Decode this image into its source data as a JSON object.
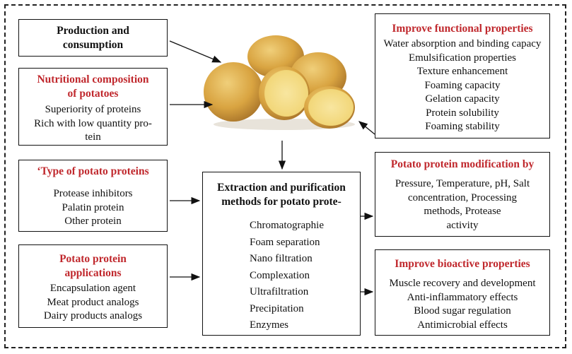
{
  "production": {
    "title_line1": "Production and",
    "title_line2": "consumption"
  },
  "nutrition": {
    "title_line1": "Nutritional composition",
    "title_line2": "of potatoes",
    "items": [
      "Superiority of proteins",
      "Rich with low quantity pro-",
      "tein"
    ]
  },
  "types": {
    "title": "‘Type of potato proteins",
    "items": [
      "Protease inhibitors",
      "Palatin protein",
      "Other protein"
    ]
  },
  "applications": {
    "title_line1": "Potato protein",
    "title_line2": "applications",
    "items": [
      "Encapsulation agent",
      "Meat product analogs",
      "Dairy products analogs"
    ]
  },
  "extraction": {
    "title_line1": "Extraction and purification",
    "title_line2": "methods for potato prote-",
    "items": [
      "Chromatographie",
      "Foam separation",
      "Nano filtration",
      "Complexation",
      "Ultrafiltration",
      "Precipitation",
      "Enzymes"
    ]
  },
  "functional": {
    "title": "Improve functional properties",
    "items": [
      "Water absorption and binding capacy",
      "Emulsification properties",
      "Texture enhancement",
      "Foaming capacity",
      "Gelation capacity",
      "Protein solubility",
      "Foaming stability"
    ]
  },
  "modification": {
    "title": "Potato protein modification by",
    "items": [
      "Pressure, Temperature, pH, Salt",
      "concentration, Processing",
      "methods, Protease",
      "activity"
    ]
  },
  "bioactive": {
    "title": "Improve bioactive properties",
    "items": [
      "Muscle recovery and development",
      "Anti-inflammatory effects",
      "Blood sugar regulation",
      "Antimicrobial effects"
    ]
  },
  "colors": {
    "title_red": "#c0282d",
    "potato_skin": "#d9a441",
    "potato_flesh": "#f2d77a"
  }
}
